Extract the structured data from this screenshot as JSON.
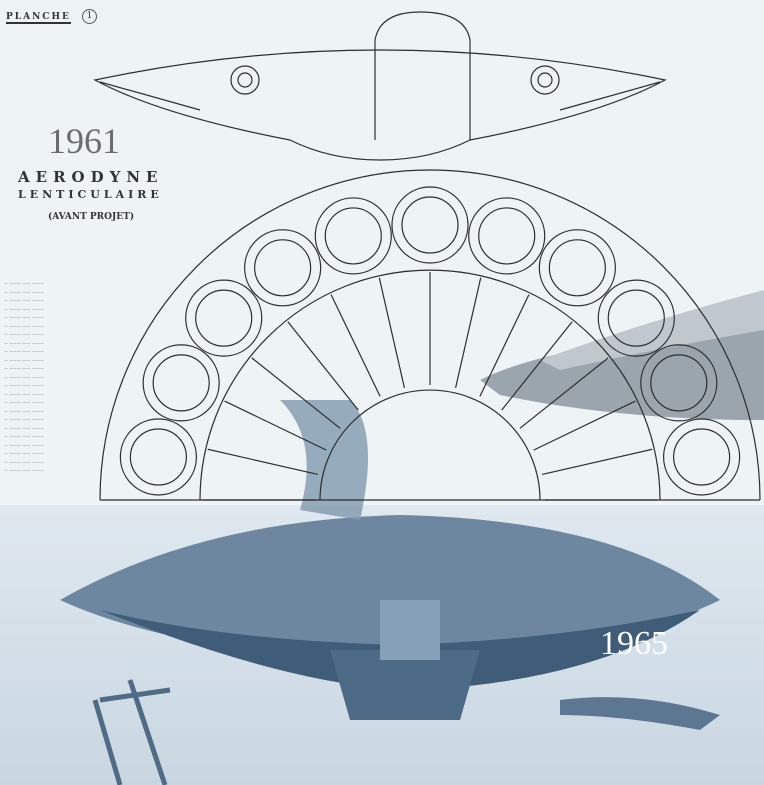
{
  "header": {
    "plate_label": "PLANCHE",
    "plate_number": "1"
  },
  "blueprint": {
    "year": "1961",
    "title_line1": "AERODYNE",
    "title_line2": "LENTICULAIRE",
    "subtitle": "(AVANT PROJET)"
  },
  "photo": {
    "year": "1965"
  },
  "colors": {
    "background": "#eef3f6",
    "ink": "#2e2e2e",
    "photo_tint": "#5c7a96"
  }
}
